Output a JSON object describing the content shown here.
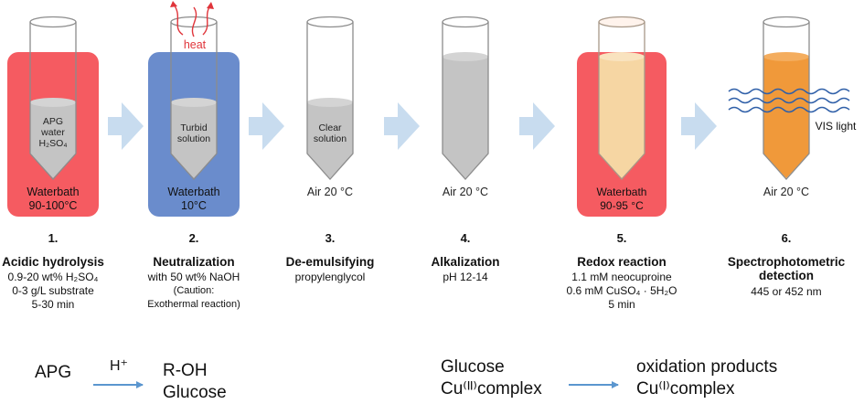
{
  "colors": {
    "waterbath_hot": "#f55b61",
    "waterbath_cold": "#6a8ccc",
    "arrow_blue": "#c8dcef",
    "liquid_grey": "#c4c4c4",
    "liquid_cream": "#f6d6a3",
    "liquid_orange": "#f0993a",
    "heat_red": "#e0353b",
    "light_wave": "#2f5fa8",
    "reaction_arrow": "#5b96cf"
  },
  "tubes": [
    {
      "inner": [
        "APG",
        "water",
        "H₂SO₄"
      ],
      "bath": [
        "Waterbath",
        "90-100°C"
      ]
    },
    {
      "inner": [
        "Turbid",
        "solution"
      ],
      "bath": [
        "Waterbath",
        "10°C"
      ],
      "heat": "heat"
    },
    {
      "inner": [
        "Clear",
        "solution"
      ],
      "air": "Air 20 °C"
    },
    {
      "air": "Air 20 °C"
    },
    {
      "bath": [
        "Waterbath",
        "90-95 °C"
      ]
    },
    {
      "air": "Air 20 °C",
      "light": "VIS light"
    }
  ],
  "steps": [
    {
      "num": "1.",
      "title": "Acidic hydrolysis",
      "lines": [
        "0.9-20 wt% H₂SO₄",
        "0-3 g/L substrate",
        "5-30 min"
      ]
    },
    {
      "num": "2.",
      "title": "Neutralization",
      "lines": [
        "with 50 wt% NaOH",
        "(Caution:",
        "Exothermal reaction)"
      ]
    },
    {
      "num": "3.",
      "title": "De-emulsifying",
      "lines": [
        "propylenglycol"
      ]
    },
    {
      "num": "4.",
      "title": "Alkalization",
      "lines": [
        "pH 12-14"
      ]
    },
    {
      "num": "5.",
      "title": "Redox reaction",
      "lines": [
        "1.1 mM neocuproine",
        "0.6 mM CuSO₄ · 5H₂O",
        "5 min"
      ]
    },
    {
      "num": "6.",
      "title": "Spectrophotometric",
      "lines": [
        "detection",
        "445 or 452 nm"
      ]
    }
  ],
  "reactions": {
    "left": {
      "reactant": "APG",
      "catalyst": "H⁺",
      "products": [
        "R-OH",
        "Glucose"
      ]
    },
    "right": {
      "reactants": [
        "Glucose",
        "Cu⁽ᴵᴵ⁾complex"
      ],
      "products": [
        "oxidation products",
        "Cu⁽ᴵ⁾complex"
      ]
    }
  }
}
